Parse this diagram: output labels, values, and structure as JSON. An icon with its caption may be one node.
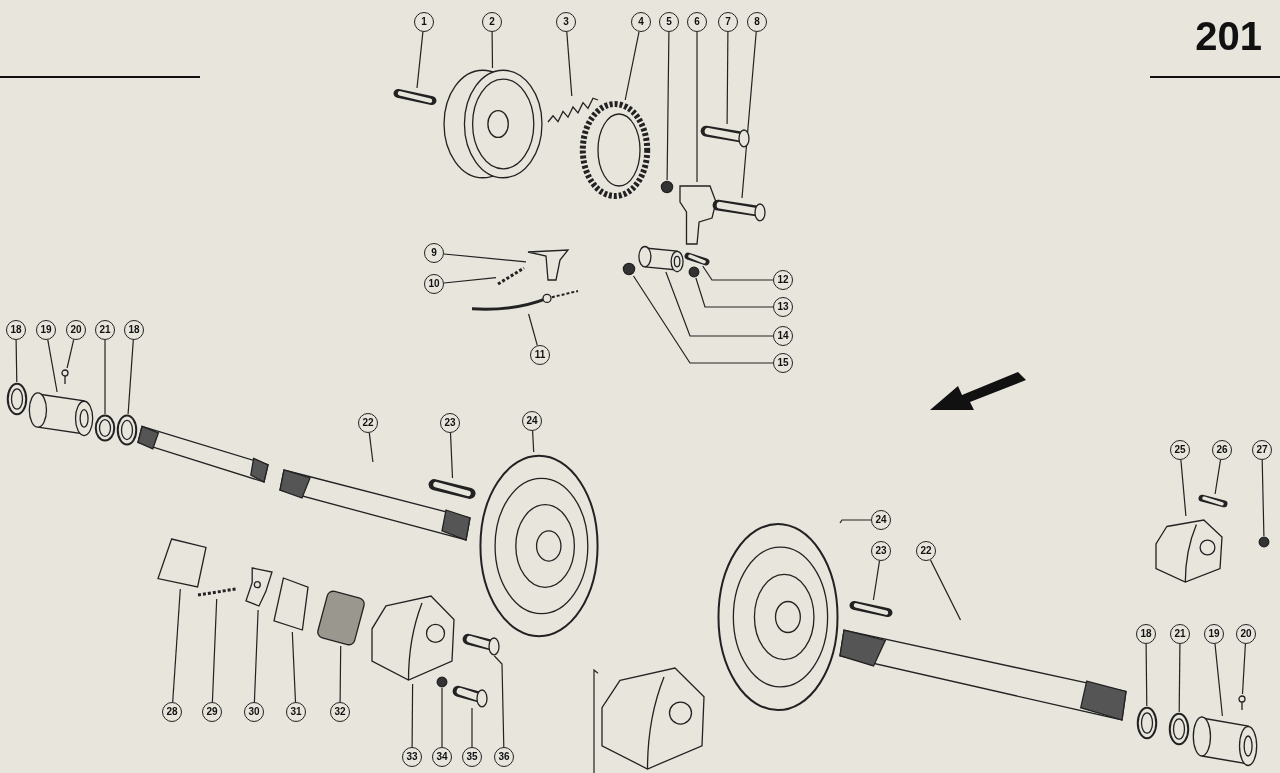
{
  "diagram": {
    "nodes": [
      {
        "text": [
          "1"
        ]
      },
      {
        "text": [],
        "shape": "picture"
      },
      {
        "text": [
          "2"
        ]
      },
      {
        "text": [],
        "shape": "picture"
      },
      {
        "text": [
          "3"
        ]
      },
      {
        "text": [],
        "shape": "picture"
      },
      {
        "text": [
          "4"
        ]
      },
      {
        "text": [],
        "shape": "picture"
      },
      {
        "text": [
          "5"
        ]
      },
      {
        "text": [],
        "shape": "circle"
      },
      {
        "text": [
          "6"
        ]
      },
      {
        "text": [],
        "shape": "picture"
      },
      {
        "text": [
          "7"
        ]
      },
      {
        "text": [],
        "shape": "picture"
      },
      {
        "text": [
          "8"
        ]
      },
      {
        "text": [],
        "shape": "picture"
      },
      {
        "text": [
          "9"
        ]
      },
      {
        "text": [],
        "shape": "picture"
      },
      {
        "text": [
          "10"
        ]
      },
      {
        "text": [],
        "shape": "picture"
      },
      {
        "text": [
          "11"
        ]
      },
      {
        "text": [],
        "shape": "picture"
      },
      {
        "text": [
          "12"
        ]
      },
      {
        "text": [],
        "shape": "picture"
      },
      {
        "text": [
          "13"
        ]
      },
      {
        "text": [],
        "shape": "circle"
      },
      {
        "text": [
          "14"
        ]
      },
      {
        "text": [],
        "shape": "cylinder"
      },
      {
        "text": [
          "15"
        ]
      },
      {
        "text": [],
        "shape": "circle"
      },
      {
        "text": [
          "18"
        ]
      },
      {
        "text": [],
        "shape": "picture"
      },
      {
        "text": [
          "19"
        ]
      },
      {
        "text": [],
        "shape": "cylinder"
      },
      {
        "text": [
          "20"
        ]
      },
      {
        "text": [],
        "shape": "picture"
      },
      {
        "text": [
          "21"
        ]
      },
      {
        "text": [],
        "shape": "picture"
      },
      {
        "text": [
          "18"
        ]
      },
      {
        "text": [],
        "shape": "picture"
      },
      {
        "text": [
          "22"
        ]
      },
      {
        "text": [],
        "shape": "picture"
      },
      {
        "text": [
          "23"
        ]
      },
      {
        "text": [],
        "shape": "picture"
      },
      {
        "text": [
          "24"
        ]
      },
      {
        "text": [],
        "shape": "picture"
      },
      {
        "text": [
          "28"
        ]
      },
      {
        "text": [],
        "shape": "picture"
      },
      {
        "text": [
          "29"
        ]
      },
      {
        "text": [],
        "shape": "picture"
      },
      {
        "text": [
          "30"
        ]
      },
      {
        "text": [],
        "shape": "picture"
      },
      {
        "text": [
          "31"
        ]
      },
      {
        "text": [],
        "shape": "picture"
      },
      {
        "text": [
          "32"
        ]
      },
      {
        "text": [],
        "shape": "box"
      },
      {
        "text": [
          "33"
        ]
      },
      {
        "text": [],
        "shape": "picture"
      },
      {
        "text": [
          "34"
        ]
      },
      {
        "text": [],
        "shape": "circle"
      },
      {
        "text": [
          "35"
        ]
      },
      {
        "text": [],
        "shape": "picture"
      },
      {
        "text": [
          "36"
        ]
      },
      {
        "text": [],
        "shape": "picture"
      },
      {
        "text": [
          "25"
        ]
      },
      {
        "text": [],
        "shape": "picture"
      },
      {
        "text": [
          "26"
        ]
      },
      {
        "text": [],
        "shape": "picture"
      },
      {
        "text": [
          "27"
        ]
      },
      {
        "text": [],
        "shape": "circle"
      },
      {
        "text": [
          "24"
        ]
      },
      {
        "text": [],
        "shape": "picture"
      },
      {
        "text": [
          "23"
        ]
      },
      {
        "text": [],
        "shape": "picture"
      },
      {
        "text": [
          "22"
        ]
      },
      {
        "text": [],
        "shape": "picture"
      },
      {
        "text": [
          "18"
        ]
      },
      {
        "text": [],
        "shape": "picture"
      },
      {
        "text": [
          "21"
        ]
      },
      {
        "text": [],
        "shape": "picture"
      },
      {
        "text": [
          "19"
        ]
      },
      {
        "text": [],
        "shape": "cylinder"
      },
      {
        "text": [
          "20"
        ]
      },
      {
        "text": [],
        "shape": "picture"
      },
      {
        "text": [],
        "shape": "picture"
      },
      {
        "text": [],
        "shape": "picture"
      }
    ],
    "edges": [
      {
        "from": 0,
        "to": 1,
        "arrow": "none"
      },
      {
        "from": 2,
        "to": 3,
        "arrow": "none"
      },
      {
        "from": 4,
        "to": 5,
        "arrow": "none"
      },
      {
        "from": 6,
        "to": 7,
        "arrow": "none"
      },
      {
        "from": 8,
        "to": 9,
        "arrow": "none"
      },
      {
        "from": 10,
        "to": 11,
        "arrow": "none"
      },
      {
        "from": 12,
        "to": 13,
        "arrow": "none"
      },
      {
        "from": 14,
        "to": 15,
        "arrow": "none"
      },
      {
        "from": 16,
        "to": 17,
        "arrow": "none"
      },
      {
        "from": 18,
        "to": 19,
        "arrow": "none"
      },
      {
        "from": 20,
        "to": 21,
        "arrow": "none"
      },
      {
        "from": 22,
        "to": 23,
        "arrow": "none"
      },
      {
        "from": 24,
        "to": 25,
        "arrow": "none"
      },
      {
        "from": 26,
        "to": 27,
        "arrow": "none"
      },
      {
        "from": 28,
        "to": 29,
        "arrow": "none"
      },
      {
        "from": 30,
        "to": 31,
        "arrow": "none"
      },
      {
        "from": 32,
        "to": 33,
        "arrow": "none"
      },
      {
        "from": 34,
        "to": 35,
        "arrow": "none"
      },
      {
        "from": 36,
        "to": 37,
        "arrow": "none"
      },
      {
        "from": 38,
        "to": 39,
        "arrow": "none"
      },
      {
        "from": 40,
        "to": 41,
        "arrow": "none"
      },
      {
        "from": 42,
        "to": 43,
        "arrow": "none"
      },
      {
        "from": 44,
        "to": 45,
        "arrow": "none"
      },
      {
        "from": 46,
        "to": 47,
        "arrow": "none"
      },
      {
        "from": 48,
        "to": 49,
        "arrow": "none"
      },
      {
        "from": 50,
        "to": 51,
        "arrow": "none"
      },
      {
        "from": 52,
        "to": 53,
        "arrow": "none"
      },
      {
        "from": 54,
        "to": 55,
        "arrow": "none"
      },
      {
        "from": 56,
        "to": 57,
        "arrow": "none"
      },
      {
        "from": 58,
        "to": 59,
        "arrow": "none"
      },
      {
        "from": 60,
        "to": 61,
        "arrow": "none"
      },
      {
        "from": 62,
        "to": 63,
        "arrow": "none"
      },
      {
        "from": 64,
        "to": 65,
        "arrow": "none"
      },
      {
        "from": 66,
        "to": 67,
        "arrow": "none"
      },
      {
        "from": 68,
        "to": 69,
        "arrow": "none"
      },
      {
        "from": 70,
        "to": 71,
        "arrow": "none"
      },
      {
        "from": 72,
        "to": 73,
        "arrow": "none"
      },
      {
        "from": 74,
        "to": 75,
        "arrow": "none"
      },
      {
        "from": 76,
        "to": 77,
        "arrow": "none"
      },
      {
        "from": 78,
        "to": 79,
        "arrow": "none"
      },
      {
        "from": 80,
        "to": 81,
        "arrow": "none"
      },
      {
        "from": 82,
        "to": 83,
        "arrow": "none"
      },
      {
        "from": null,
        "to": 85,
        "arrow": "none"
      }
    ],
    "labels": [
      "201"
    ]
  }
}
